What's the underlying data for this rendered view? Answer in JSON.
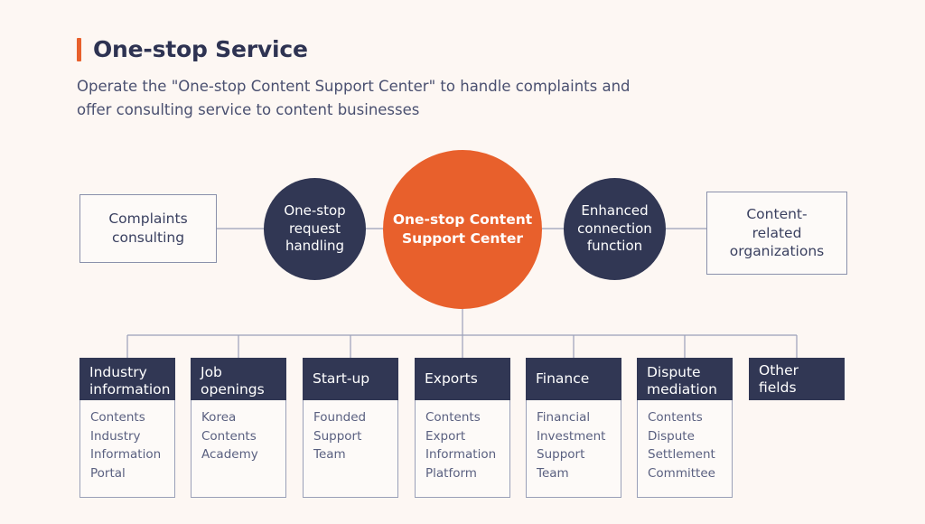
{
  "header": {
    "title": "One-stop Service",
    "subtitle": "Operate the \"One-stop Content Support Center\" to handle complaints and offer consulting service to content businesses",
    "accent_color": "#E8602C"
  },
  "colors": {
    "background": "#FDF7F3",
    "navy": "#313754",
    "orange": "#E8602C",
    "line": "#9AA0B8",
    "body_text": "#5A6080",
    "title_text": "#2E3352"
  },
  "flow": {
    "left_box": {
      "label": "Complaints consulting",
      "lines": [
        "Complaints",
        "consulting"
      ]
    },
    "left_circle": {
      "label": "One-stop request handling",
      "lines": [
        "One-stop",
        "request",
        "handling"
      ]
    },
    "hub": {
      "label": "One-stop Content Support Center",
      "lines": [
        "One-stop Content",
        "Support Center"
      ]
    },
    "right_circle": {
      "label": "Enhanced connection function",
      "lines": [
        "Enhanced",
        "connection",
        "function"
      ]
    },
    "right_box": {
      "label": "Content-related organizations",
      "lines": [
        "Content-",
        "related",
        "organizations"
      ]
    }
  },
  "categories": [
    {
      "title": "Industry information",
      "title_lines": [
        "Industry",
        "information"
      ],
      "items": [
        "Contents",
        "Industry",
        "Information",
        "Portal"
      ]
    },
    {
      "title": "Job openings",
      "title_lines": [
        "Job",
        "openings"
      ],
      "items": [
        "Korea",
        "Contents",
        "Academy"
      ]
    },
    {
      "title": "Start-up",
      "title_lines": [
        "Start-up"
      ],
      "items": [
        "Founded",
        "Support Team"
      ]
    },
    {
      "title": "Exports",
      "title_lines": [
        "Exports"
      ],
      "items": [
        "Contents",
        "Export",
        "Information",
        "Platform"
      ]
    },
    {
      "title": "Finance",
      "title_lines": [
        "Finance"
      ],
      "items": [
        "Financial",
        "Investment",
        "Support Team"
      ]
    },
    {
      "title": "Dispute mediation",
      "title_lines": [
        "Dispute",
        "mediation"
      ],
      "items": [
        "Contents",
        "Dispute",
        "Settlement",
        "Committee"
      ]
    },
    {
      "title": "Other fields",
      "title_lines": [
        "Other fields"
      ],
      "items": []
    }
  ]
}
